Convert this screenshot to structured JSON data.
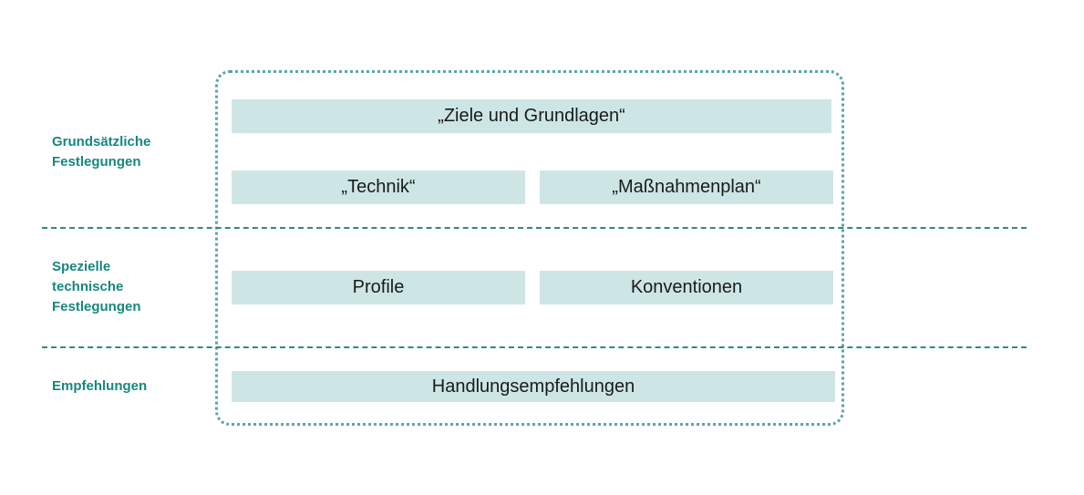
{
  "categories": {
    "grundsaetzlich": "Grundsätzliche\nFestlegungen",
    "speziell": "Spezielle\ntechnische\nFestlegungen",
    "empfehlungen": "Empfehlungen"
  },
  "boxes": {
    "ziele": "„Ziele und Grundlagen“",
    "technik": "„Technik“",
    "massnahmenplan": "„Maßnahmenplan“",
    "profile": "Profile",
    "konventionen": "Konventionen",
    "handlungsempfehlungen": "Handlungsempfehlungen"
  },
  "colors": {
    "label_text": "#17877f",
    "box_fill": "#cde6e5",
    "frame_dots": "#5aa6a6",
    "divider_dashes": "#2f8a84"
  }
}
